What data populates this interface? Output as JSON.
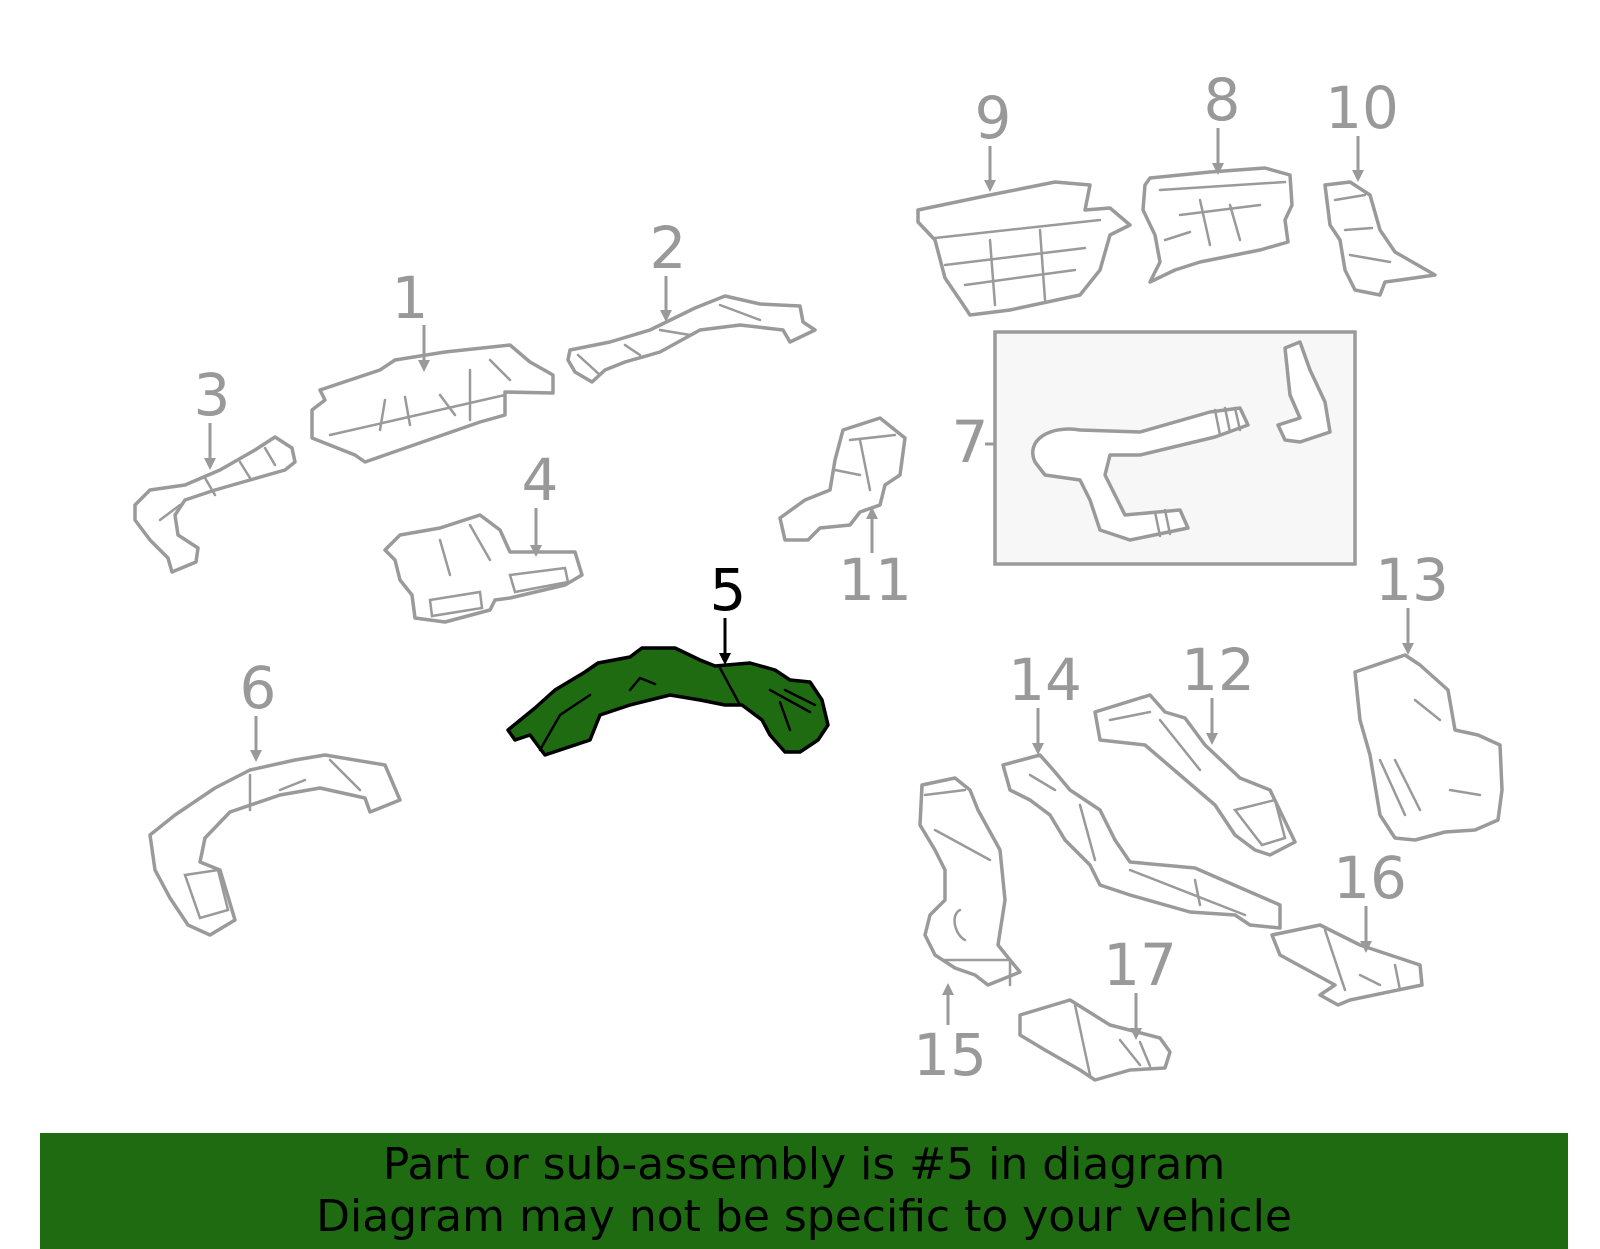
{
  "diagram": {
    "highlight_color": "#1e6b12",
    "highlighted_part": "5",
    "callouts": [
      "1",
      "2",
      "3",
      "4",
      "5",
      "6",
      "7",
      "8",
      "9",
      "10",
      "11",
      "12",
      "13",
      "14",
      "15",
      "16",
      "17"
    ]
  },
  "banner": {
    "line1": "Part or sub-assembly is #5 in diagram",
    "line2": "Diagram may not be specific to your vehicle",
    "background": "#1e6b12"
  }
}
